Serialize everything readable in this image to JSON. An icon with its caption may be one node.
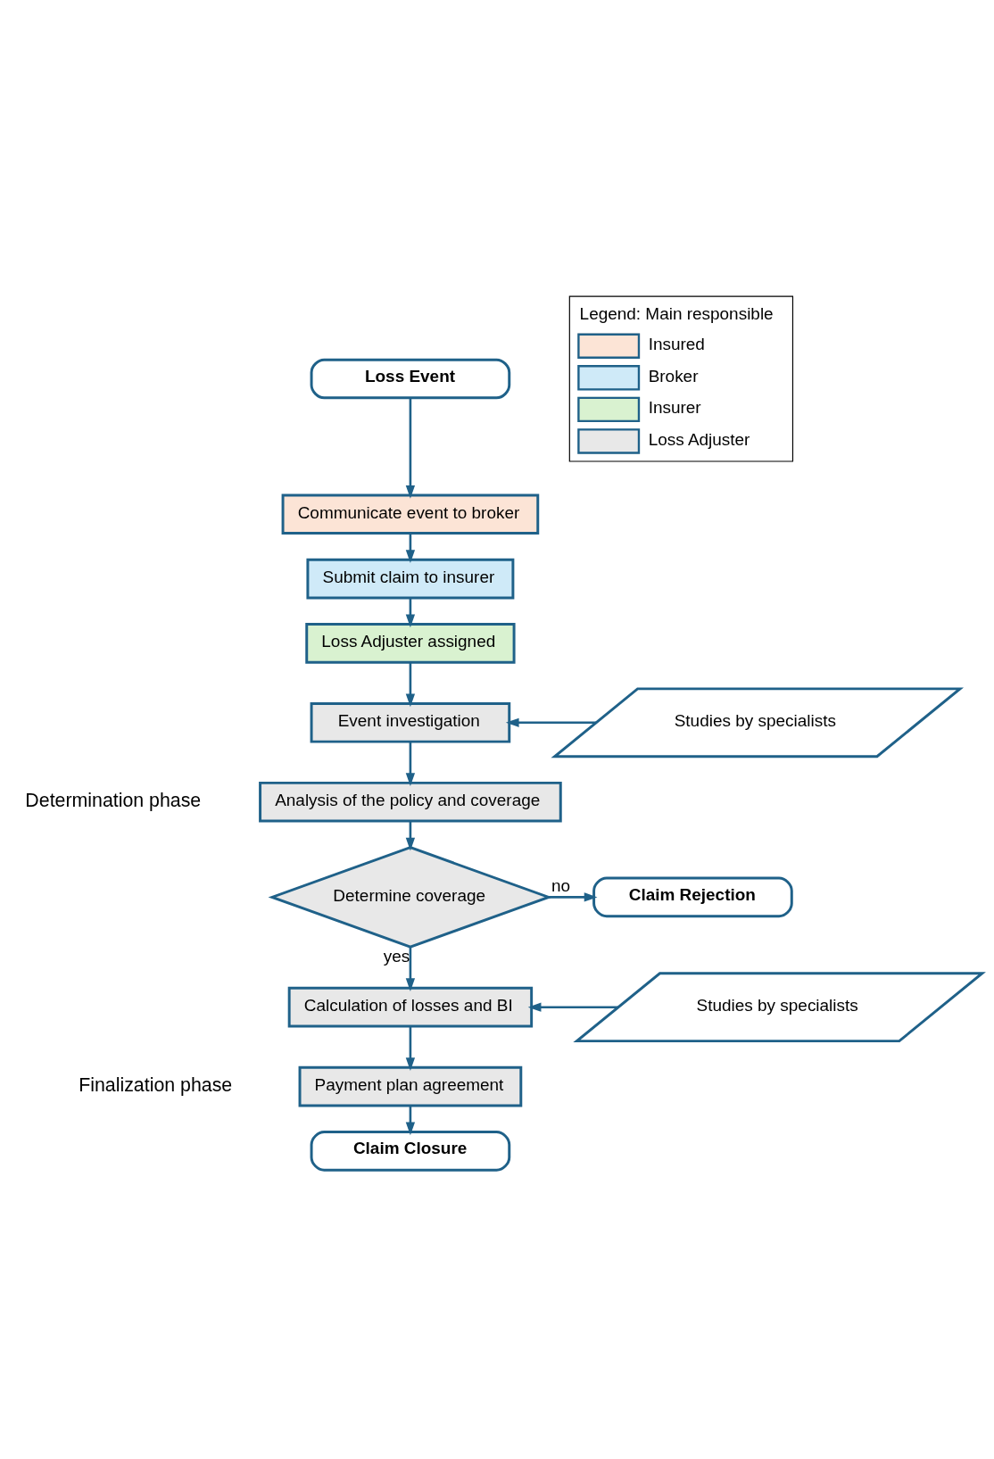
{
  "diagram": {
    "nodes": [
      {
        "text": [
          "Loss Event"
        ]
      },
      {
        "text": [
          "Communicate event to broker"
        ]
      },
      {
        "text": [
          "Submit claim to insurer"
        ]
      },
      {
        "text": [
          "Loss Adjuster assigned"
        ]
      },
      {
        "text": [
          "Event investigation"
        ]
      },
      {
        "text": [
          "Studies by specialists"
        ]
      },
      {
        "text": [
          "Analysis of the policy and coverage"
        ]
      },
      {
        "text": [
          "Determine coverage"
        ]
      },
      {
        "text": [
          "Claim Rejection"
        ]
      },
      {
        "text": [
          "Calculation of losses and BI"
        ]
      },
      {
        "text": [
          "Studies by specialists"
        ]
      },
      {
        "text": [
          "Payment plan agreement"
        ]
      },
      {
        "text": [
          "Claim Closure"
        ]
      }
    ],
    "edges": [
      {
        "from": 0,
        "to": 1,
        "arrow": "to"
      },
      {
        "from": 1,
        "to": 2,
        "arrow": "to"
      },
      {
        "from": 2,
        "to": 3,
        "arrow": "to"
      },
      {
        "from": 3,
        "to": 4,
        "arrow": "to"
      },
      {
        "from": 5,
        "to": 4,
        "arrow": "to"
      },
      {
        "from": 4,
        "to": 6,
        "arrow": "to"
      },
      {
        "from": 6,
        "to": 7,
        "arrow": "to"
      },
      {
        "from": 7,
        "to": 8,
        "arrow": "to",
        "label": "no"
      },
      {
        "from": 7,
        "to": 9,
        "arrow": "to",
        "label": "yes"
      },
      {
        "from": 10,
        "to": 9,
        "arrow": "to"
      },
      {
        "from": 9,
        "to": 11,
        "arrow": "to"
      },
      {
        "from": 11,
        "to": 12,
        "arrow": "to"
      }
    ],
    "labels": [
      "Legend: Main responsible",
      "Determination phase",
      "Finalization phase"
    ],
    "legend": [
      {
        "text": "Insured",
        "color": "#fce4d6"
      },
      {
        "text": "Broker",
        "color": "#cfeaf8"
      },
      {
        "text": "Insurer",
        "color": "#d9f2d0"
      },
      {
        "text": "Loss Adjuster",
        "color": "#e8e8e8"
      }
    ]
  }
}
